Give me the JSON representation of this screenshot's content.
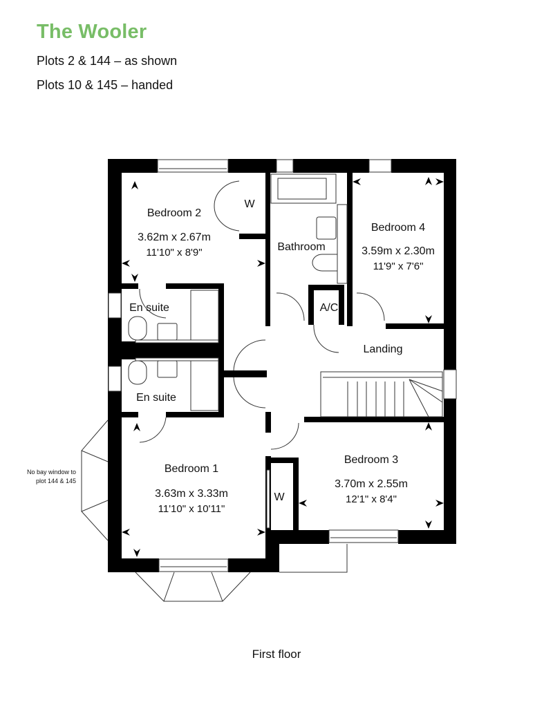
{
  "header": {
    "title": "The Wooler",
    "subtitle_lines": [
      "Plots 2 & 144 – as shown",
      "Plots 10 & 145 – handed"
    ],
    "title_color": "#78bd67"
  },
  "plan": {
    "floor_label": "First floor",
    "note": "No bay window to plot 144 & 145",
    "rooms": {
      "bedroom2": {
        "name": "Bedroom 2",
        "metric": "3.62m x 2.67m",
        "imperial": "11'10\" x 8'9\""
      },
      "bedroom4": {
        "name": "Bedroom 4",
        "metric": "3.59m x 2.30m",
        "imperial": "11'9\" x 7'6\""
      },
      "bedroom1": {
        "name": "Bedroom 1",
        "metric": "3.63m x 3.33m",
        "imperial": "11'10\" x 10'11\""
      },
      "bedroom3": {
        "name": "Bedroom 3",
        "metric": "3.70m x 2.55m",
        "imperial": "12'1\" x 8'4\""
      },
      "bathroom": {
        "name": "Bathroom"
      },
      "ensuite_top": {
        "name": "En suite"
      },
      "ensuite_bottom": {
        "name": "En suite"
      },
      "airing_cupboard": {
        "name": "A/C"
      },
      "landing": {
        "name": "Landing"
      },
      "wardrobe_bed2": {
        "name": "W"
      },
      "wardrobe_bed1": {
        "name": "W"
      }
    }
  }
}
